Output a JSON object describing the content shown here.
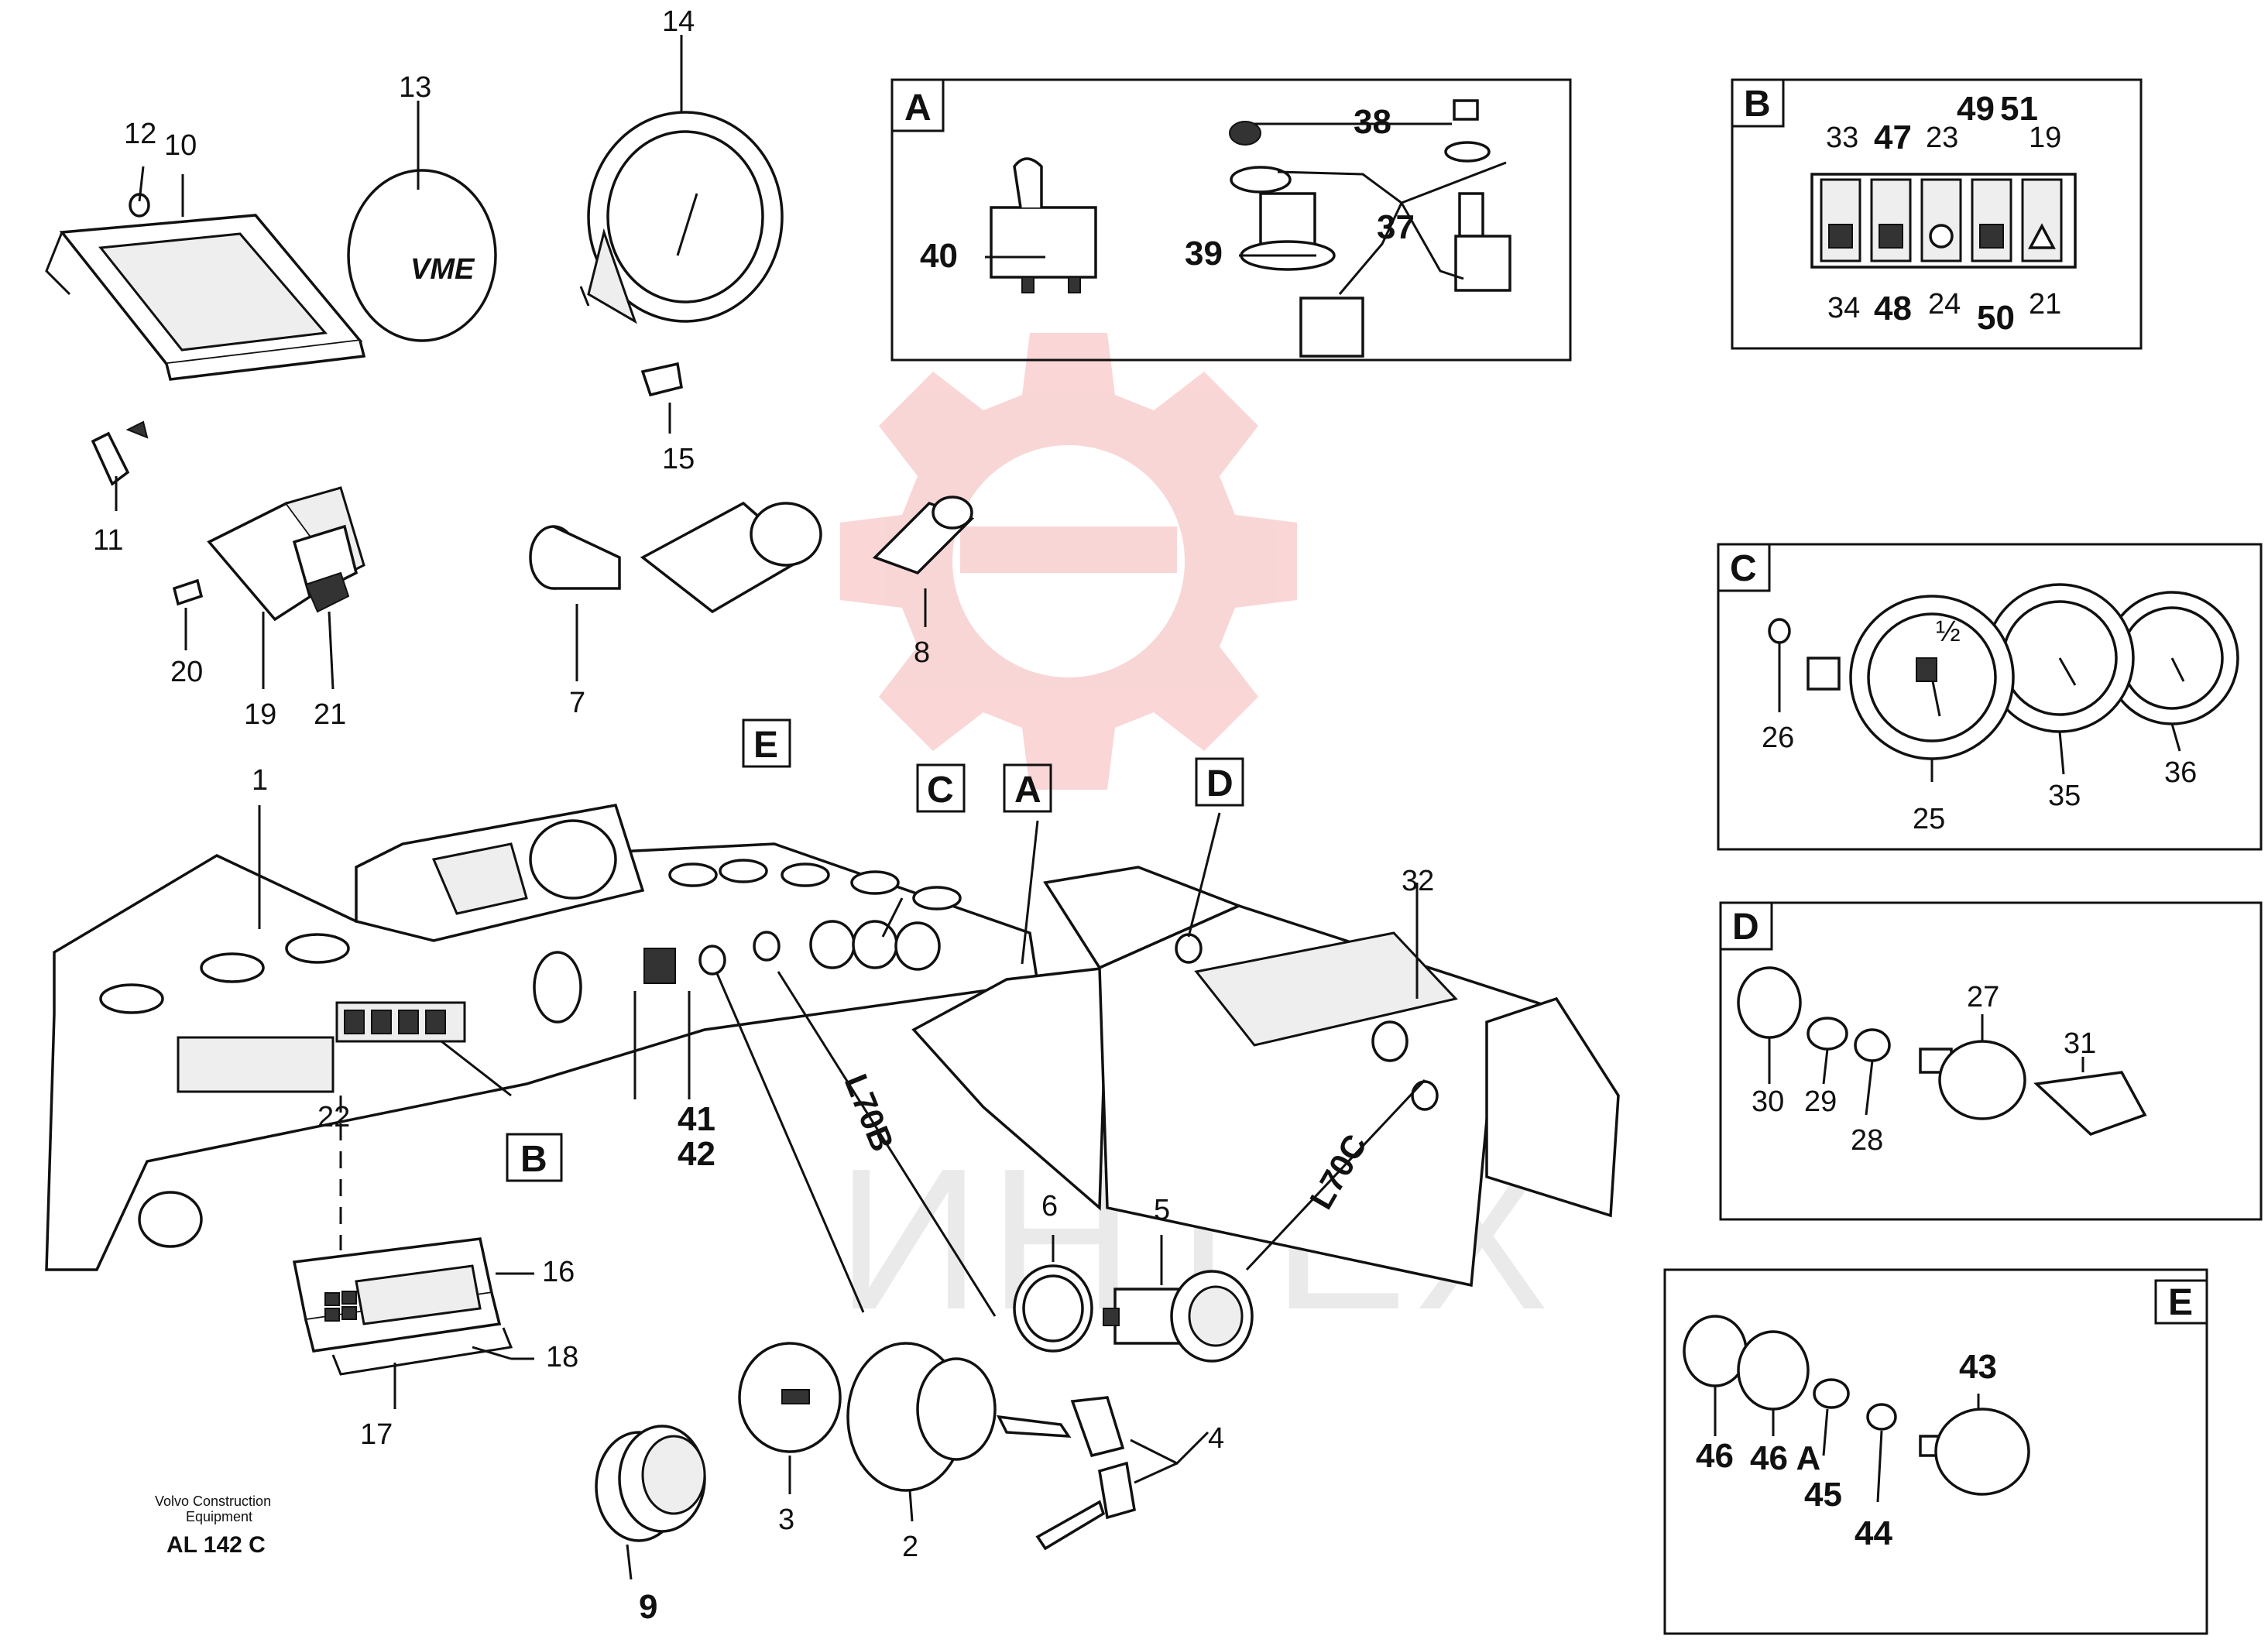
{
  "colors": {
    "ink": "#111111",
    "watermark_logo": "#f5b5b5",
    "watermark_text": "#d9d9d9"
  },
  "watermark": {
    "text": "ИНТЕХ",
    "logo": "gear-logo-icon"
  },
  "footer": {
    "company_line1": "Volvo Construction",
    "company_line2": "Equipment",
    "code": "AL 142 C"
  },
  "wire_labels": {
    "l70b": "L70B",
    "l70c": "L70C"
  },
  "parts": {
    "p1": "1",
    "p2": "2",
    "p3": "3",
    "p4": "4",
    "p5": "5",
    "p6": "6",
    "p7": "7",
    "p8": "8",
    "p9": "9",
    "p10": "10",
    "p11": "11",
    "p12": "12",
    "p13": "13",
    "p14": "14",
    "p15": "15",
    "p16": "16",
    "p17": "17",
    "p18": "18",
    "p19": "19",
    "p20": "20",
    "p21": "21",
    "p22": "22",
    "p32": "32",
    "p41": "41",
    "p42": "42"
  },
  "inset_a": {
    "letter": "A",
    "labels": {
      "p37": "37",
      "p38": "38",
      "p39": "39",
      "p40": "40"
    }
  },
  "inset_b": {
    "letter": "B",
    "labels": {
      "p19": "19",
      "p21": "21",
      "p23": "23",
      "p24": "24",
      "p33": "33",
      "p34": "34",
      "p47": "47",
      "p48": "48",
      "p49": "49",
      "p50": "50",
      "p51": "51"
    }
  },
  "inset_c": {
    "letter": "C",
    "gauge_mark": "½",
    "labels": {
      "p25": "25",
      "p26": "26",
      "p35": "35",
      "p36": "36"
    }
  },
  "inset_d": {
    "letter": "D",
    "labels": {
      "p27": "27",
      "p28": "28",
      "p29": "29",
      "p30": "30",
      "p31": "31"
    }
  },
  "inset_e": {
    "letter": "E",
    "labels": {
      "p43": "43",
      "p44": "44",
      "p45": "45",
      "p46": "46",
      "p46a": "46 A"
    }
  },
  "callouts": {
    "e": "E",
    "c": "C",
    "a": "A",
    "d": "D",
    "b": "B"
  }
}
